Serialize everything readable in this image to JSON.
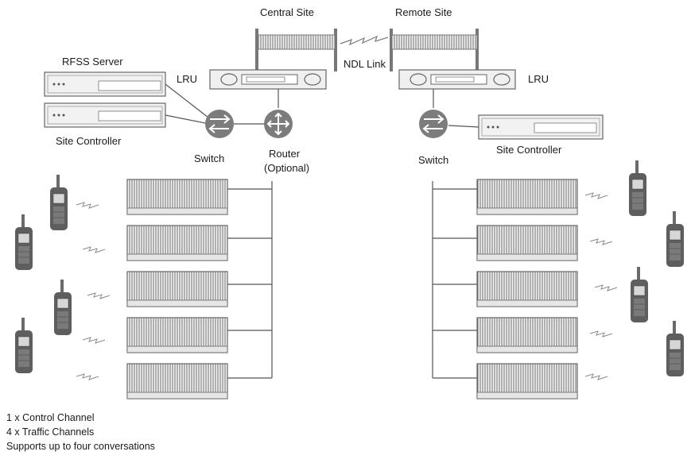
{
  "labels": {
    "central_site": "Central Site",
    "remote_site": "Remote Site",
    "ndl_link": "NDL Link",
    "rfss_server": "RFSS Server",
    "lru_left": "LRU",
    "lru_right": "LRU",
    "site_controller_left": "Site Controller",
    "site_controller_right": "Site Controller",
    "switch_left": "Switch",
    "switch_right": "Switch",
    "router_line1": "Router",
    "router_line2": "(Optional)"
  },
  "notes": [
    "1 x Control Channel",
    "4 x Traffic Channels",
    "Supports up to four conversations"
  ],
  "colors": {
    "line": "#555555",
    "device_fill": "#f2f2f2",
    "device_stroke": "#6a6a6a",
    "icon_dark": "#7c7c7c",
    "radio_body": "#5a5a5a"
  }
}
